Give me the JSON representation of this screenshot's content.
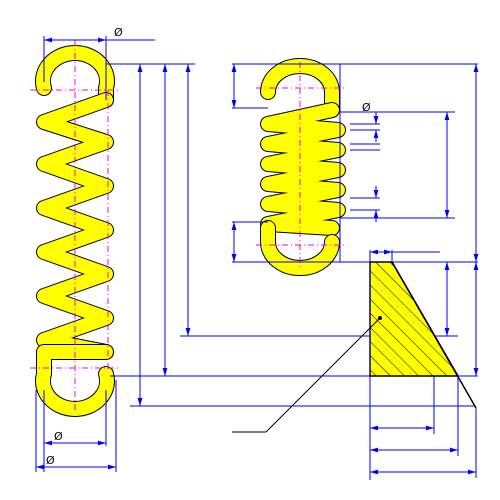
{
  "labels": {
    "top_diameter": "Ø",
    "right_spring_diameter": "Ø",
    "inner_diameter": "Ø",
    "outer_diameter": "Ø"
  },
  "colors": {
    "spring_fill": "#ffff00",
    "outline": "#000000",
    "dimension": "#0000ff",
    "centerline": "#ff00cc"
  }
}
